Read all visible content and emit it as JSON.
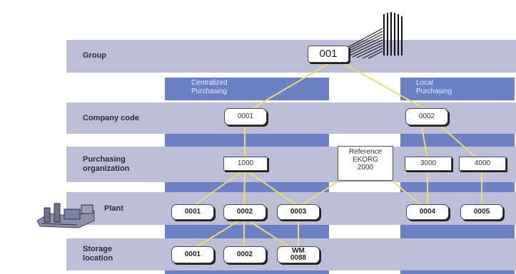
{
  "rows": {
    "group": "Group",
    "company_code": "Company code",
    "purchasing_org": [
      "Purchasing",
      "organization"
    ],
    "plant": "Plant",
    "storage_location": [
      "Storage",
      "location"
    ]
  },
  "columns": {
    "centralized": [
      "Centralized",
      "Purchasing"
    ],
    "local": [
      "Local",
      "Purchasing"
    ]
  },
  "group_box": "001",
  "company_codes": [
    "0001",
    "0002"
  ],
  "purchasing_orgs": [
    "1000",
    "3000",
    "4000"
  ],
  "reference_ekorg": [
    "Reference",
    "EKORG",
    "2000"
  ],
  "plants": [
    "0001",
    "0002",
    "0003",
    "0004",
    "0005"
  ],
  "storage_locations": [
    "0001",
    "0002"
  ],
  "wm_box": [
    "WM",
    "0088"
  ],
  "colors": {
    "band": "#bcbdd6",
    "column": "#6b80c5",
    "connector": "#e8dd72"
  },
  "icons": [
    "building-icon",
    "factory-icon"
  ]
}
